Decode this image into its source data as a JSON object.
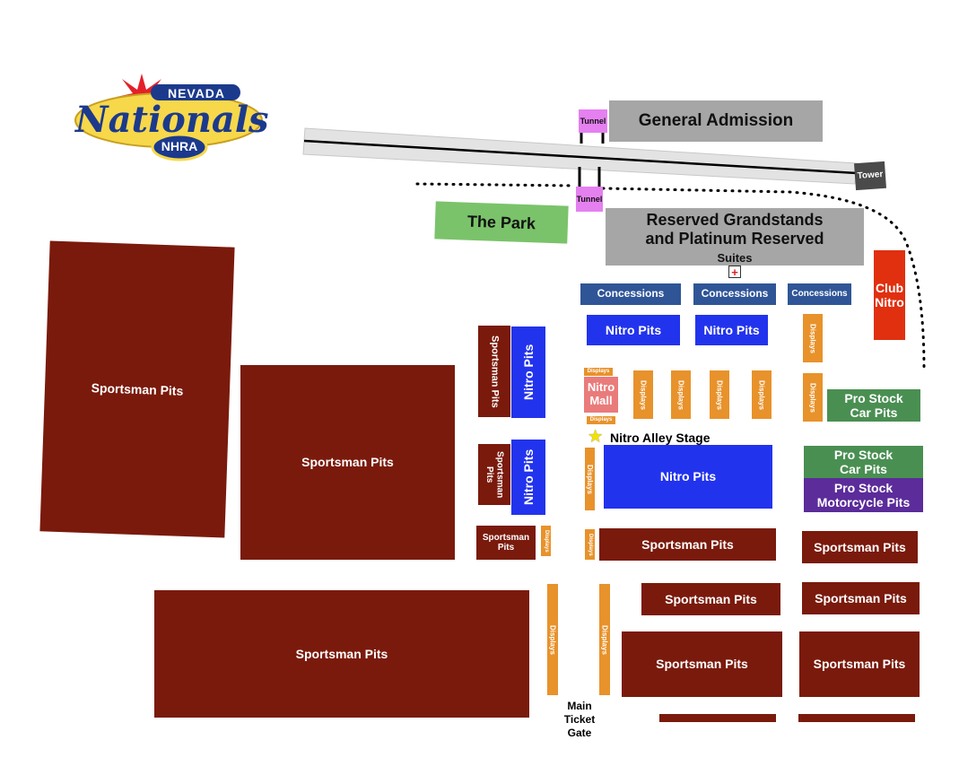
{
  "logo": {
    "top_text": "NEVADA",
    "main_text": "Nationals",
    "badge_text": "NHRA"
  },
  "areas": {
    "general_admission": "General Admission",
    "tunnel_1": "Tunnel",
    "tunnel_2": "Tunnel",
    "tower": "Tower",
    "the_park": "The Park",
    "reserved": "Reserved Grandstands and Platinum Reserved",
    "suites": "Suites",
    "club_nitro": "Club Nitro",
    "concessions_1": "Concessions",
    "concessions_2": "Concessions",
    "concessions_3": "Concessions",
    "nitro_pits_1": "Nitro Pits",
    "nitro_pits_2": "Nitro Pits",
    "nitro_pits_3": "Nitro Pits",
    "nitro_pits_4": "Nitro Pits",
    "nitro_pits_main": "Nitro Pits",
    "nitro_mall": "Nitro Mall",
    "nitro_alley_stage": "Nitro Alley Stage",
    "pro_stock_car_1": "Pro Stock Car Pits",
    "pro_stock_car_2": "Pro Stock Car Pits",
    "pro_stock_moto": "Pro Stock Motorcycle Pits",
    "sportsman_pits": "Sportsman Pits",
    "displays": "Displays",
    "main_gate": "Main Ticket Gate"
  },
  "colors": {
    "pits": "#7a1a0c",
    "displays": "#e8922b",
    "nitro": "#2233ee",
    "concessions": "#2f5597",
    "pro_stock": "#4a8f52",
    "motorcycle": "#5b2c9a",
    "club_nitro": "#e03010",
    "park": "#7ac36a",
    "grandstand": "#a6a6a6",
    "tunnel": "#e580f0"
  },
  "icons": {
    "first_aid": "red-cross-icon",
    "stage": "star-icon"
  }
}
